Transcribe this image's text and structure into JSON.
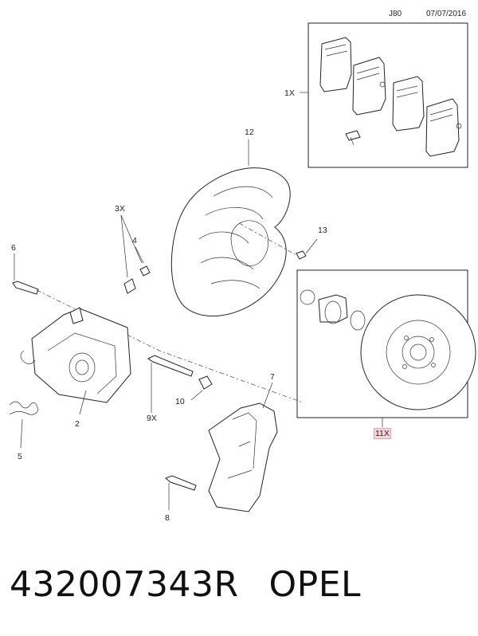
{
  "header": {
    "code": "J80",
    "date": "07/07/2016"
  },
  "callouts": {
    "c1x": "1X",
    "c12": "12",
    "c13": "13",
    "c3x": "3X",
    "c4": "4",
    "c6": "6",
    "c2": "2",
    "c5": "5",
    "c9x": "9X",
    "c10": "10",
    "c7": "7",
    "c8": "8",
    "c11x": "11X"
  },
  "footer": {
    "part_number": "432007343R",
    "brand": "OPEL"
  }
}
